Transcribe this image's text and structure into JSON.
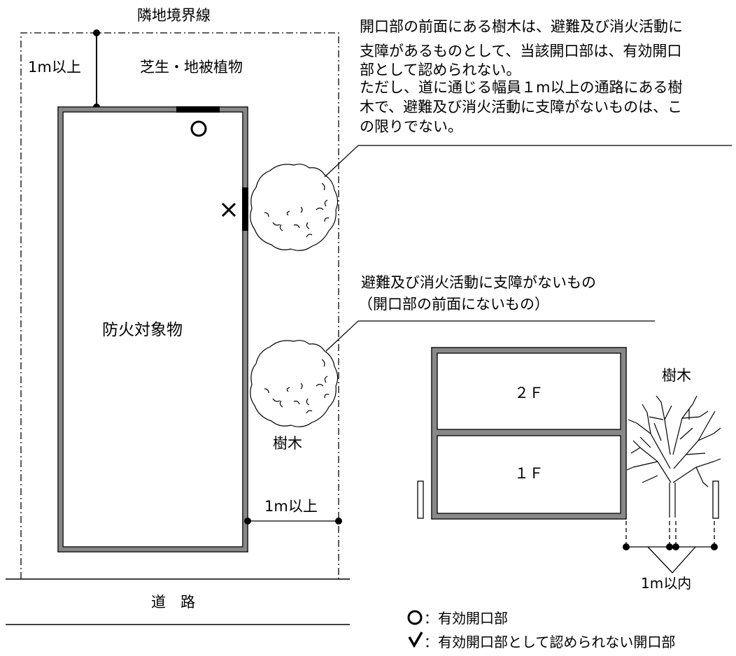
{
  "labels": {
    "boundary": "隣地境界線",
    "lawn": "芝生・地被植物",
    "dist_top": "1m以上",
    "dist_right": "1m以上",
    "building": "防火対象物",
    "tree_plan": "樹木",
    "road": "道　路",
    "valid_mark": "○",
    "invalid_mark": "×",
    "floor2": "２Ｆ",
    "floor1": "１Ｆ",
    "tree_elev": "樹木",
    "dist_elev": "1m以内"
  },
  "note_blocked": [
    "開口部の前面にある樹木は、避難及び消火活動に",
    "支障があるものとして、当該開口部は、有効開口",
    "部として認められない。",
    "ただし、道に通じる幅員１m以上の通路にある樹",
    "木で、避難及び消火活動に支障がないものは、こ",
    "の限りでない。"
  ],
  "note_ok": [
    "避難及び消火活動に支障がないもの",
    "（開口部の前面にないもの）"
  ],
  "legend": {
    "valid_text": "：有効開口部",
    "invalid_text": "：有効開口部として認められない開口部"
  }
}
